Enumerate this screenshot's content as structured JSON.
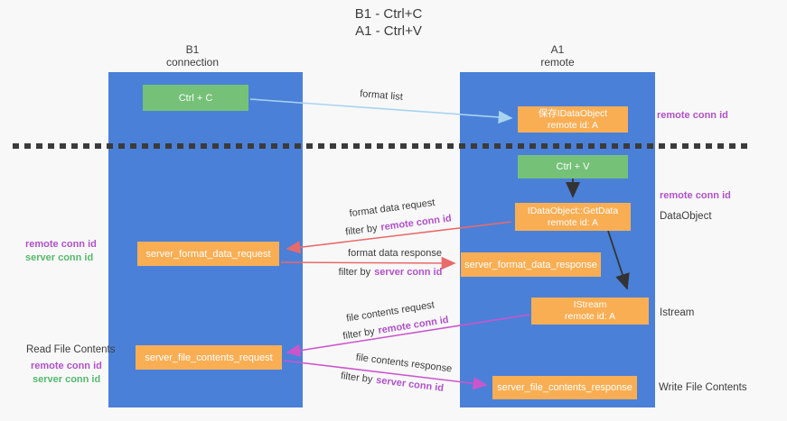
{
  "title": {
    "line1": "B1 - Ctrl+C",
    "line2": "A1 - Ctrl+V"
  },
  "lanes": {
    "left": {
      "title": "B1",
      "subtitle": "connection"
    },
    "right": {
      "title": "A1",
      "subtitle": "remote"
    }
  },
  "nodes": {
    "ctrl_c": {
      "label": "Ctrl + C"
    },
    "ctrl_v": {
      "label": "Ctrl + V"
    },
    "save_idataobject": {
      "line1": "保存IDataObject",
      "line2": "remote id: A"
    },
    "idataobject_getdata": {
      "line1": "IDataObject::GetData",
      "line2": "remote id: A"
    },
    "istream": {
      "line1": "IStream",
      "line2": "remote id: A"
    },
    "server_format_data_request": {
      "label": "server_format_data_request"
    },
    "server_format_data_response": {
      "label": "server_format_data_response"
    },
    "server_file_contents_request": {
      "label": "server_file_contents_request"
    },
    "server_file_contents_response": {
      "label": "server_file_contents_response"
    }
  },
  "edge_labels": {
    "format_list": "format list",
    "format_data_request": "format data request",
    "format_data_response": "format data response",
    "file_contents_request": "file contents request",
    "file_contents_response": "file contents response",
    "filter_by": "filter by",
    "remote_conn_id": "remote conn id",
    "server_conn_id": "server conn id"
  },
  "annotations": {
    "remote_conn_id": "remote conn id",
    "server_conn_id": "server conn id",
    "dataobject": "DataObject",
    "istream": "Istream",
    "read_file_contents": "Read File Contents",
    "write_file_contents": "Write File Contents"
  },
  "colors": {
    "lane_blue": "#4a80d8",
    "box_orange": "#f9ae54",
    "box_green": "#75c178",
    "purple_text": "#b052c8",
    "green_text": "#56b96c",
    "red_arrow": "#e96a6a",
    "magenta_arrow": "#cc55cc",
    "blue_arrow": "#a8d4f0",
    "dash_line": "#3b3b3b",
    "background": "#f8f8f9"
  }
}
